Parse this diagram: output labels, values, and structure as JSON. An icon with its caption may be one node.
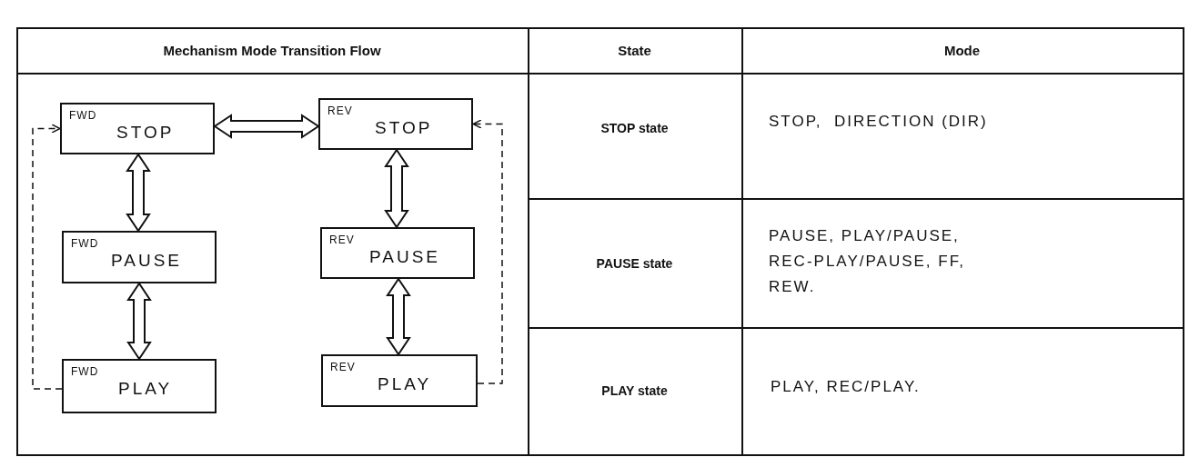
{
  "diagram": {
    "nodes": [
      {
        "text": [
          "FWD",
          "STOP"
        ]
      },
      {
        "text": [
          "REV",
          "STOP"
        ]
      },
      {
        "text": [
          "FWD",
          "PAUSE"
        ]
      },
      {
        "text": [
          "REV",
          "PAUSE"
        ]
      },
      {
        "text": [
          "FWD",
          "PLAY"
        ]
      },
      {
        "text": [
          "REV",
          "PLAY"
        ]
      }
    ],
    "edges": [
      {
        "from": 0,
        "to": 1,
        "arrow": "both",
        "style": "thick"
      },
      {
        "from": 0,
        "to": 2,
        "arrow": "both",
        "style": "thick"
      },
      {
        "from": 1,
        "to": 3,
        "arrow": "both",
        "style": "thick"
      },
      {
        "from": 2,
        "to": 4,
        "arrow": "both",
        "style": "thick"
      },
      {
        "from": 3,
        "to": 5,
        "arrow": "both",
        "style": "thick"
      },
      {
        "from": 4,
        "to": 0,
        "arrow": "to",
        "style": "dashed"
      },
      {
        "from": 5,
        "to": 1,
        "arrow": "to",
        "style": "dashed"
      }
    ],
    "labels": [
      "Mechanism Mode Transition Flow",
      "State",
      "Mode",
      "STOP state",
      "STOP,  DIRECTION (DIR)",
      "PAUSE state",
      "PAUSE, PLAY/PAUSE, REC-PLAY/PAUSE, FF, REW.",
      "PLAY state",
      "PLAY, REC/PLAY."
    ]
  }
}
